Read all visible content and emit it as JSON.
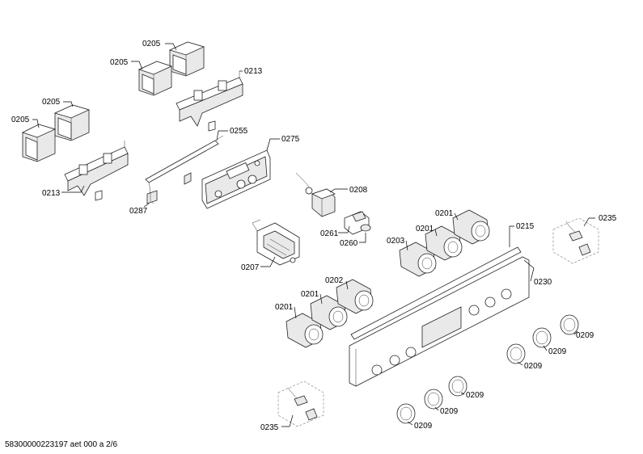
{
  "diagram": {
    "footer": "58300000223197 aet 000 a 2/6",
    "labels": {
      "l0205a": "0205",
      "l0205b": "0205",
      "l0205c": "0205",
      "l0205d": "0205",
      "l0213a": "0213",
      "l0213b": "0213",
      "l0255": "0255",
      "l0275": "0275",
      "l0287": "0287",
      "l0208": "0208",
      "l0261": "0261",
      "l0260": "0260",
      "l0207": "0207",
      "l0201a": "0201",
      "l0201b": "0201",
      "l0201c": "0201",
      "l0201d": "0201",
      "l0203": "0203",
      "l0202": "0202",
      "l0215": "0215",
      "l0230": "0230",
      "l0235a": "0235",
      "l0235b": "0235",
      "l0209a": "0209",
      "l0209b": "0209",
      "l0209c": "0209",
      "l0209d": "0209",
      "l0209e": "0209",
      "l0209f": "0209"
    }
  }
}
